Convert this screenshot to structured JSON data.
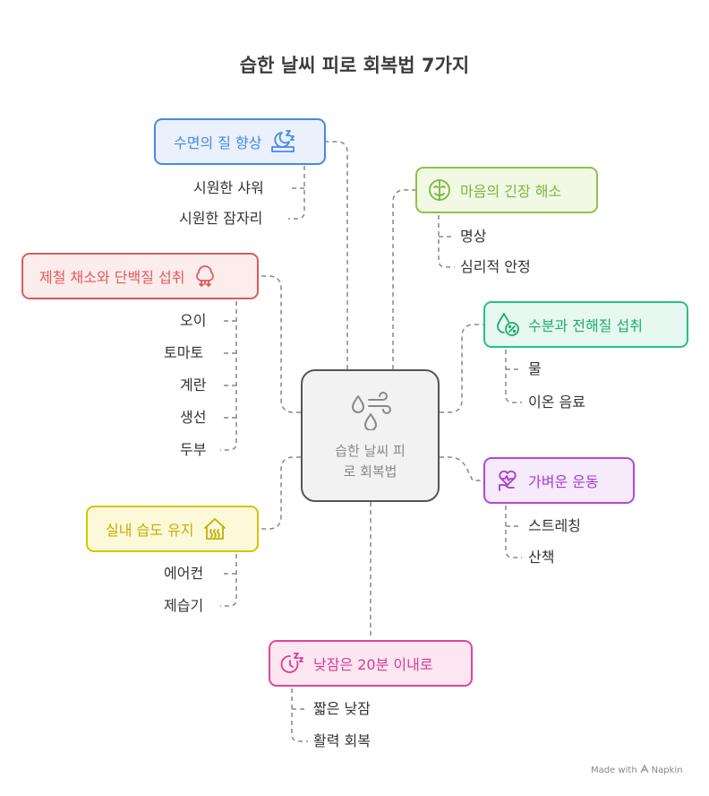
{
  "title": "습한 날씨 피로 회복법 7가지",
  "center": {
    "line1": "습한 날씨 피",
    "line2": "로 회복법",
    "icon": "water-drops-wind-icon"
  },
  "topics": {
    "sleep": {
      "label": "수면의 질 향상",
      "color": "#4a86e8",
      "icon": "sleeping-moon-icon",
      "items": [
        "시원한 샤워",
        "시원한 잠자리"
      ]
    },
    "mind": {
      "label": "마음의 긴장 해소",
      "color": "#8bc34a",
      "icon": "relaxed-face-icon",
      "items": [
        "명상",
        "심리적 안정"
      ]
    },
    "food": {
      "label": "제철 채소와 단백질 섭취",
      "color": "#e05a5a",
      "icon": "vegetables-icon",
      "items": [
        "오이",
        "토마토",
        "계란",
        "생선",
        "두부"
      ]
    },
    "water": {
      "label": "수분과 전해질 섭취",
      "color": "#2bbf7f",
      "icon": "water-percent-icon",
      "items": [
        "물",
        "이온 음료"
      ]
    },
    "exercise": {
      "label": "가벼운 운동",
      "color": "#b04ad8",
      "icon": "heart-hand-icon",
      "items": [
        "스트레칭",
        "산책"
      ]
    },
    "humidity": {
      "label": "실내 습도 유지",
      "color": "#d6c400",
      "icon": "house-humidity-icon",
      "items": [
        "에어컨",
        "제습기"
      ]
    },
    "nap": {
      "label": "낮잠은 20분 이내로",
      "color": "#e0459b",
      "icon": "nap-clock-icon",
      "items": [
        "짧은 낮잠",
        "활력 회복"
      ]
    }
  },
  "footer": {
    "text": "Made with",
    "brand": "Napkin"
  }
}
